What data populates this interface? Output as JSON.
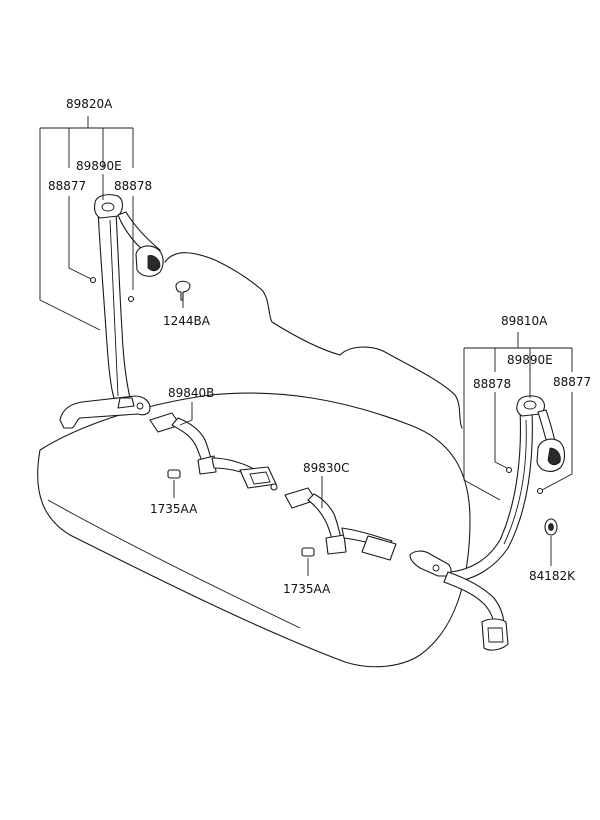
{
  "labels": {
    "lh_assy": "89820A",
    "lh_guide": "89890E",
    "lh_cap_a": "88877",
    "lh_cap_b": "88878",
    "bolt": "1244BA",
    "buckle_lh": "89840B",
    "bolt_lh": "1735AA",
    "buckle_center": "89830C",
    "bolt_center": "1735AA",
    "rh_assy": "89810A",
    "rh_guide": "89890E",
    "rh_cap_b": "88878",
    "rh_cap_a": "88877",
    "washer": "84182K"
  }
}
